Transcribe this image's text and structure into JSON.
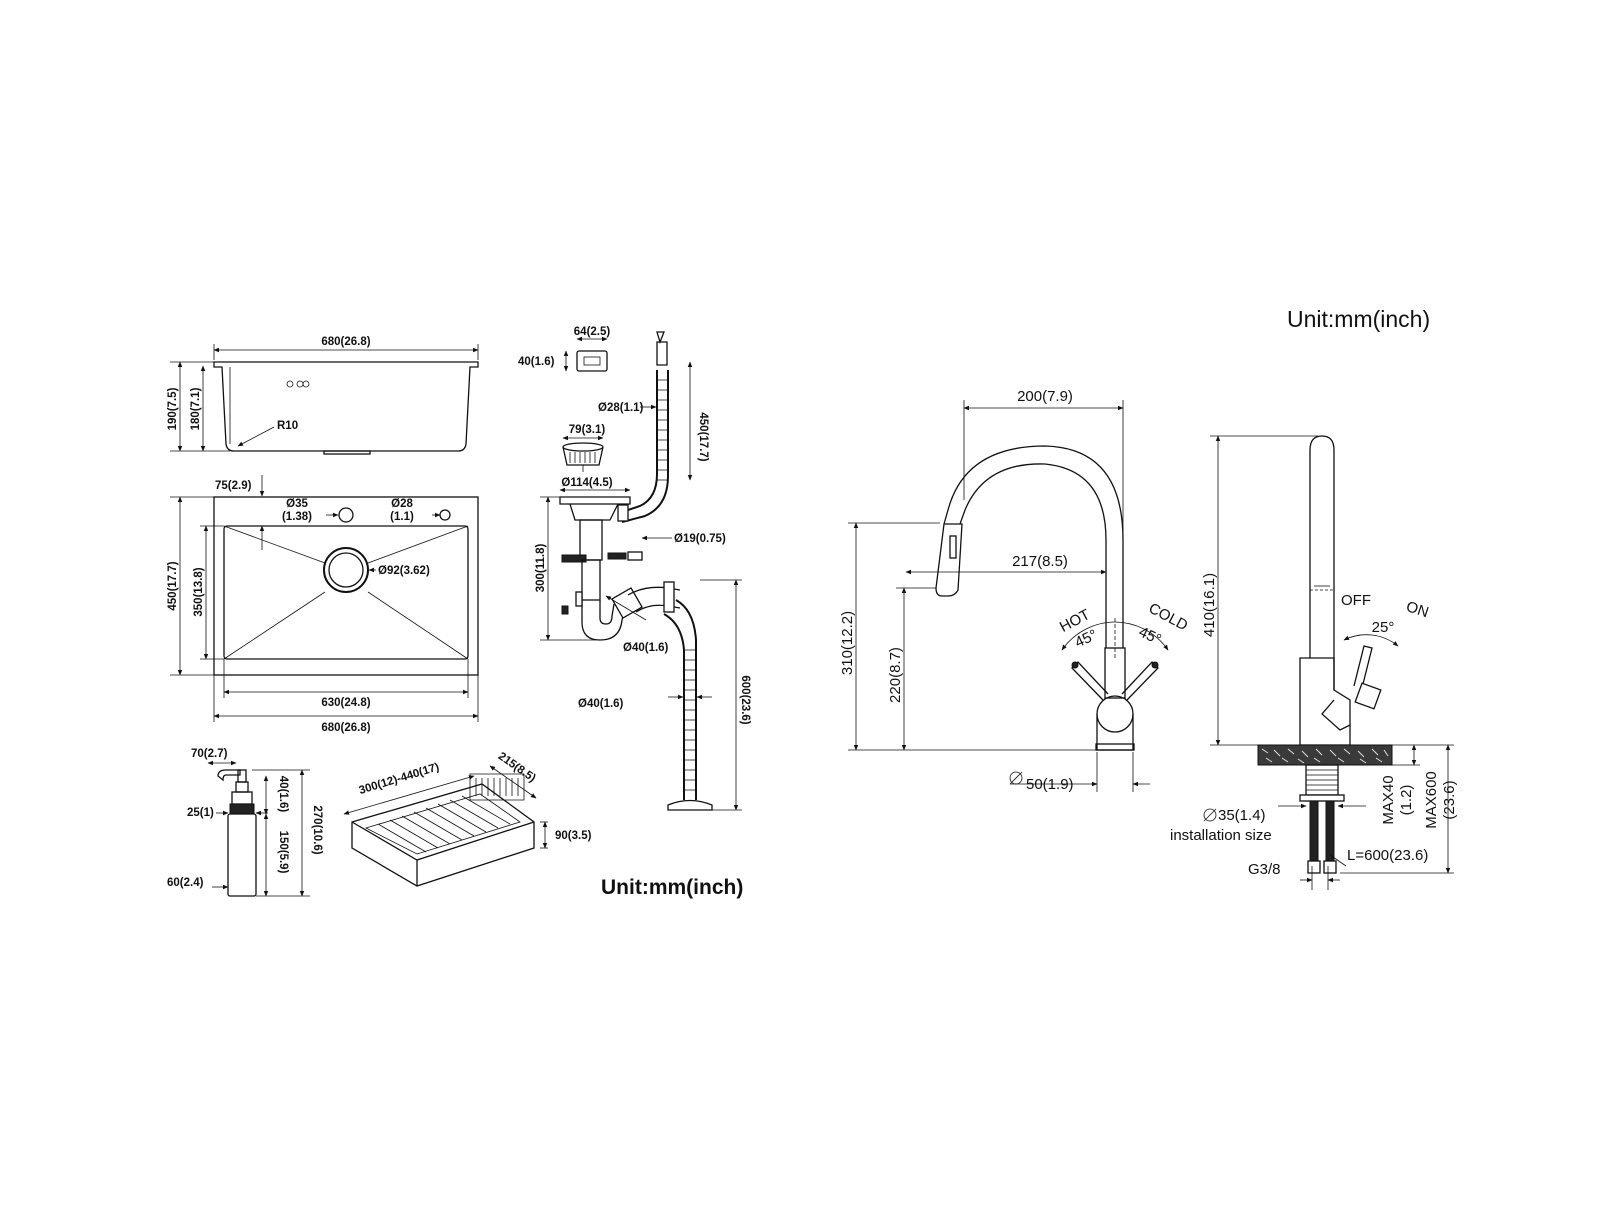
{
  "sink": {
    "top_width": "680(26.8)",
    "height_outer": "190(7.5)",
    "height_inner": "180(7.1)",
    "radius": "R10",
    "tap_offset": "75(2.9)",
    "hole1_dia": "Ø35",
    "hole1_inch": "(1.38)",
    "hole2_dia": "Ø28",
    "hole2_inch": "(1.1)",
    "depth_outer": "450(17.7)",
    "depth_inner": "350(13.8)",
    "drain_dia": "Ø92(3.62)",
    "inner_width": "630(24.8)",
    "outer_width": "680(26.8)"
  },
  "drain": {
    "overflow_w": "64(2.5)",
    "overflow_h": "40(1.6)",
    "hose_dia": "Ø28(1.1)",
    "hose_len": "450(17.7)",
    "basket_w": "79(3.1)",
    "flange_dia": "Ø114(4.5)",
    "small_hose_dia": "Ø19(0.75)",
    "height": "300(11.8)",
    "pipe_dia": "Ø40(1.6)",
    "outlet_dia": "Ø40(1.6)",
    "outlet_len": "600(23.6)"
  },
  "dispenser": {
    "spout": "70(2.7)",
    "neck": "25(1)",
    "bottle_dia": "60(2.4)",
    "head_h": "40(1.6)",
    "bottle_h": "150(5.9)",
    "total_h": "270(10.6)"
  },
  "basket": {
    "length": "300(12)-440(17)",
    "width": "215(8.5)",
    "height": "90(3.5)"
  },
  "unit_left": "Unit:mm(inch)",
  "unit_right": "Unit:mm(inch)",
  "faucet": {
    "reach": "200(7.9)",
    "spray_reach": "217(8.5)",
    "total_h": "310(12.2)",
    "spout_h": "220(8.7)",
    "base_dia": "50(1.9)",
    "hot": "HOT",
    "cold": "COLD",
    "angle_hot": "45°",
    "angle_cold": "45°"
  },
  "faucet_side": {
    "height": "410(16.1)",
    "off": "OFF",
    "on": "ON",
    "angle": "25°",
    "install_dia": "35(1.4)",
    "install_label": "installation size",
    "max_deck": "MAX40",
    "max_deck_inch": "(1.2)",
    "max_hose": "MAX600",
    "max_hose_inch": "(23.6)",
    "hose_len": "L=600(23.6)",
    "thread": "G3/8"
  }
}
